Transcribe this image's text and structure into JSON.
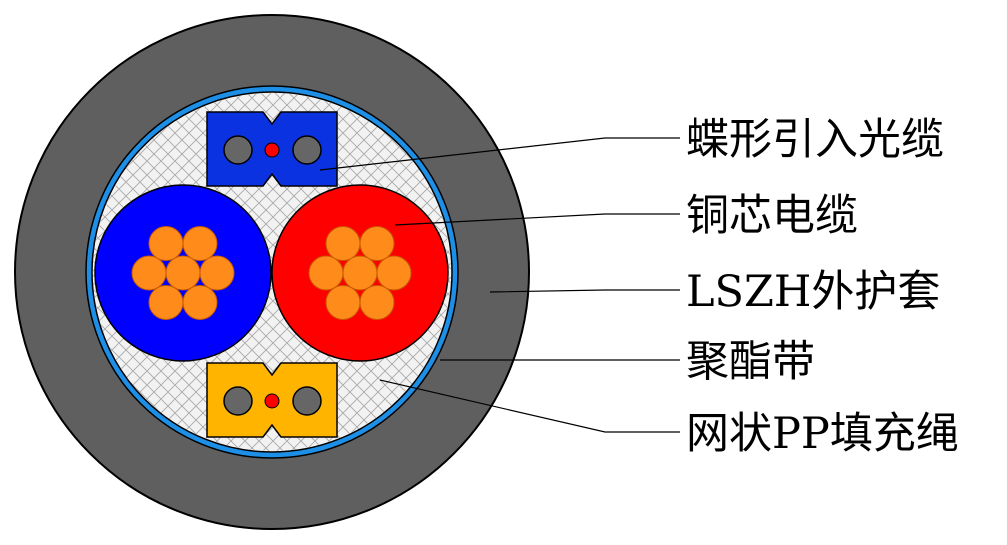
{
  "colors": {
    "outer_sheath": "#5f5f5f",
    "blue_tape": "#1e8fe6",
    "filler_bg": "#f2f2f2",
    "mesh": "#a8a8a8",
    "blue_cable": "#0000ff",
    "red_cable": "#ff0000",
    "copper": "#ff8c1a",
    "drop_cable_blue": "#0a32e0",
    "drop_cable_yellow": "#ffb400",
    "fiber_dot": "#ff0000",
    "strength_member": "#666666"
  },
  "labels": [
    "蝶形引入光缆",
    "铜芯电缆",
    "LSZH外护套",
    "聚酯带",
    "网状PP填充绳"
  ]
}
